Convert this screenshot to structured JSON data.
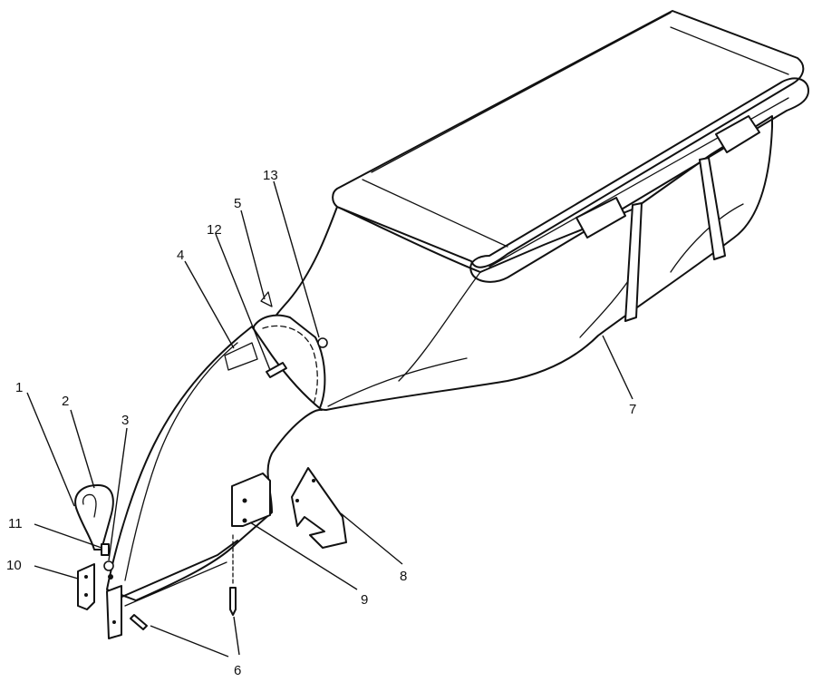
{
  "diagram": {
    "colors": {
      "ink": "#111111",
      "background": "#ffffff"
    },
    "callouts": [
      {
        "id": "c1",
        "text": "1"
      },
      {
        "id": "c2",
        "text": "2"
      },
      {
        "id": "c3",
        "text": "3"
      },
      {
        "id": "c4",
        "text": "4"
      },
      {
        "id": "c5",
        "text": "5"
      },
      {
        "id": "c6",
        "text": "6"
      },
      {
        "id": "c7",
        "text": "7"
      },
      {
        "id": "c8",
        "text": "8"
      },
      {
        "id": "c9",
        "text": "9"
      },
      {
        "id": "c10",
        "text": "10"
      },
      {
        "id": "c11",
        "text": "11"
      },
      {
        "id": "c12",
        "text": "12"
      },
      {
        "id": "c13",
        "text": "13"
      }
    ]
  }
}
